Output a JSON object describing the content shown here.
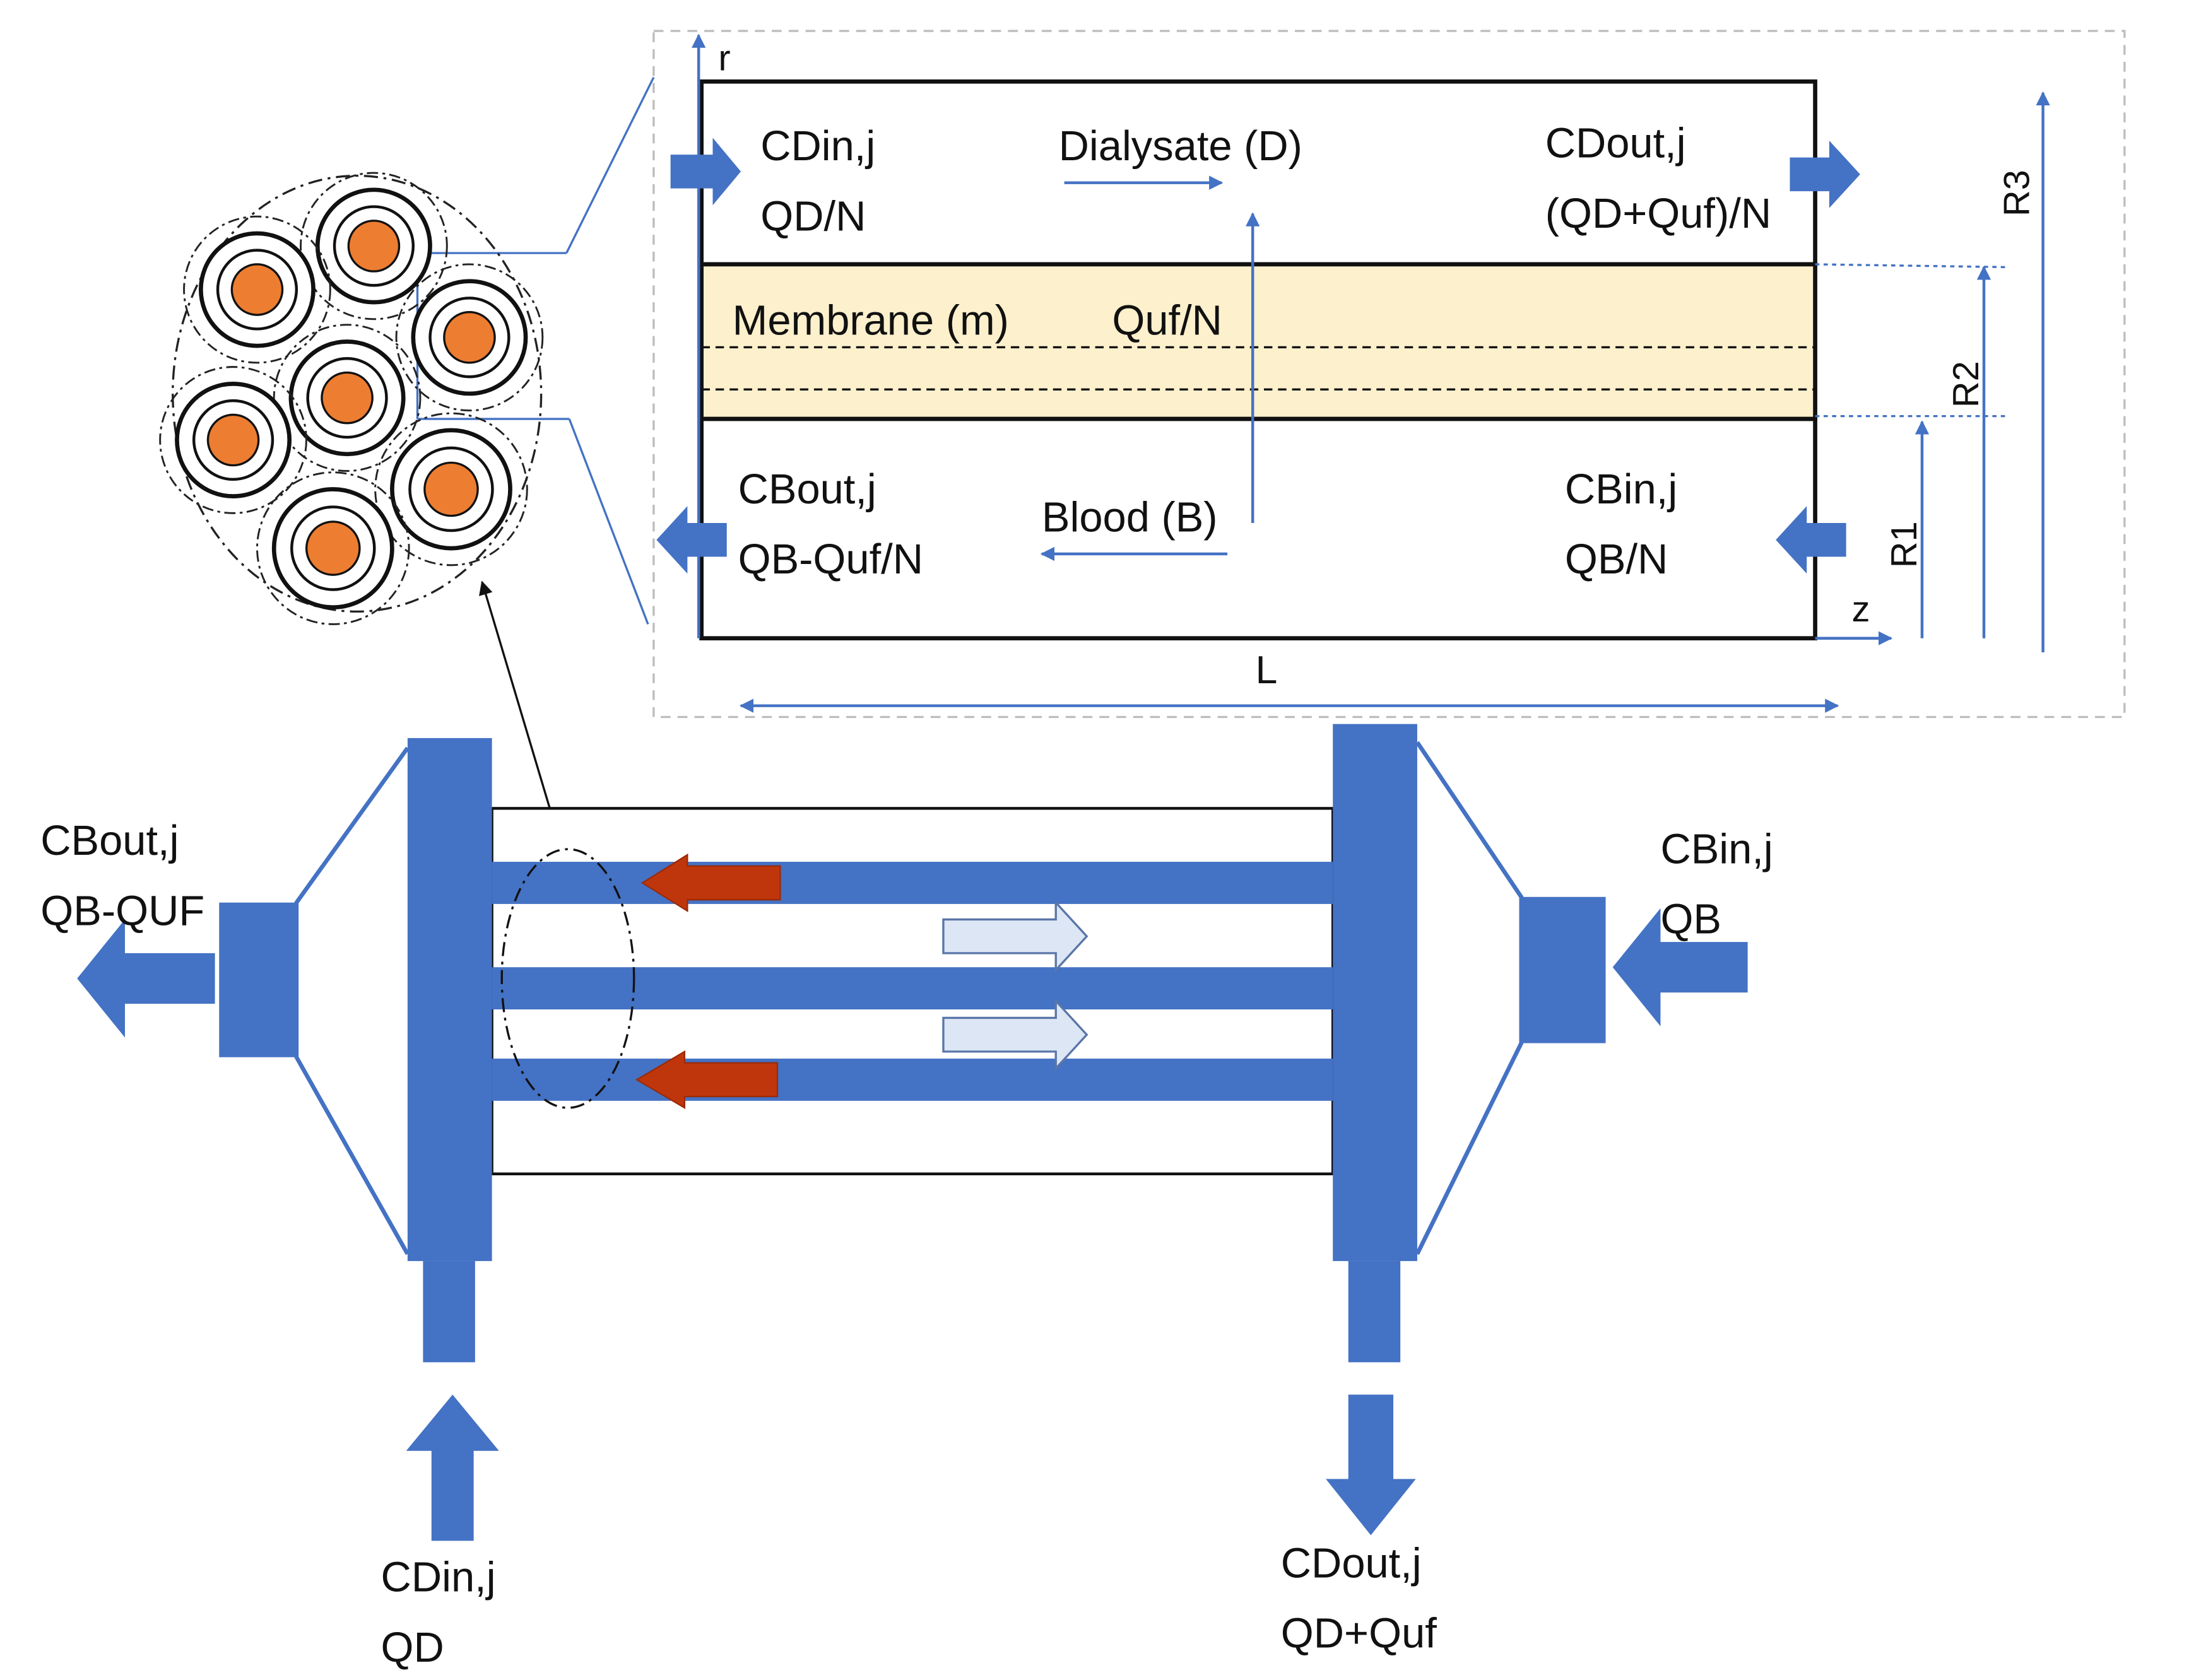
{
  "colors": {
    "blue": "#4472c4",
    "orange": "#ed7d31",
    "red_arrow": "#c0360c",
    "light_arrow": "#dce6f5",
    "membrane": "#fdf0cc",
    "text": "#111111"
  },
  "detail": {
    "axis_r": "r",
    "axis_z": "z",
    "length": "L",
    "dialysate_in": {
      "conc": "CDin,j",
      "flow": "QD/N"
    },
    "dialysate_label": "Dialysate (D)",
    "dialysate_out": {
      "conc": "CDout,j",
      "flow": "(QD+Quf)/N"
    },
    "membrane_label": "Membrane (m)",
    "ultrafiltration": "Quf/N",
    "blood_out": {
      "conc": "CBout,j",
      "flow": "QB-Quf/N"
    },
    "blood_label": "Blood (B)",
    "blood_in": {
      "conc": "CBin,j",
      "flow": "QB/N"
    },
    "radii": [
      "R1",
      "R2",
      "R3"
    ]
  },
  "dialyzer": {
    "blood_out": {
      "conc": "CBout,j",
      "flow": "QB-QUF"
    },
    "blood_in": {
      "conc": "CBin,j",
      "flow": "QB"
    },
    "dialysate_in": {
      "conc": "CDin,j",
      "flow": "QD"
    },
    "dialysate_out": {
      "conc": "CDout,j",
      "flow": "QD+Quf"
    }
  },
  "icons": [
    "flow-arrow-icon",
    "fiber-bundle-icon"
  ]
}
